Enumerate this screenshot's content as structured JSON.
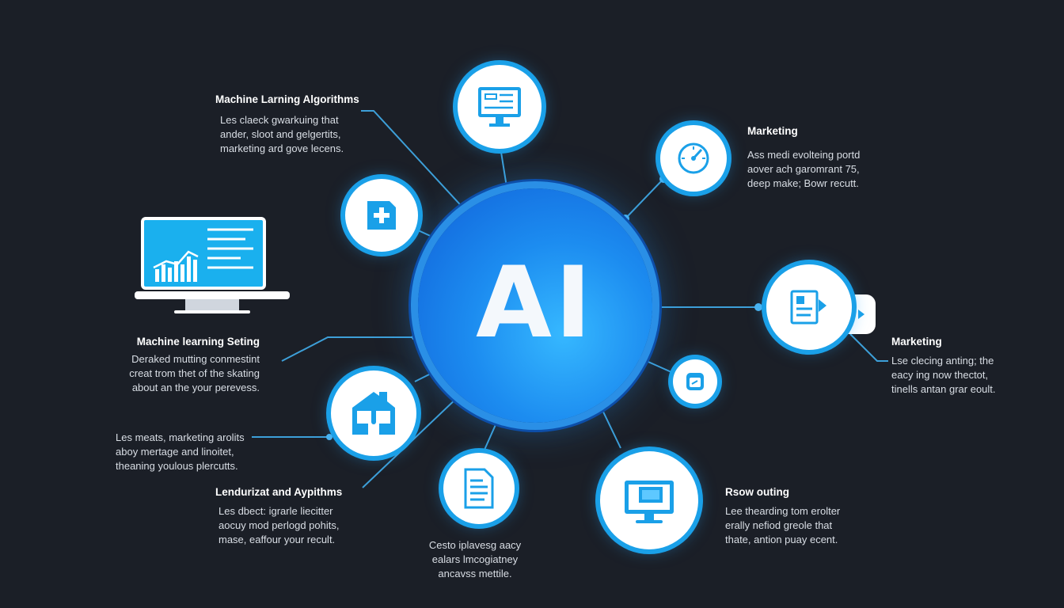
{
  "hub": {
    "label": "AI"
  },
  "labels": {
    "ml_algorithms": {
      "title": "Machine Larning Algorithms",
      "lines": [
        "Les claeck gwarkuing that",
        "ander, sloot and gelgertits,",
        "marketing ard gove lecens."
      ]
    },
    "marketing_top": {
      "title": "Marketing",
      "lines": [
        "Ass medi evolteing portd",
        "aover ach garomrant 75,",
        "deep make; Bowr recutt."
      ]
    },
    "ml_setting": {
      "title": "Machine learning Seting",
      "lines": [
        "Deraked mutting conmestint",
        "creat trom thet of the skating",
        "about an the your perevess."
      ]
    },
    "marketing_right": {
      "title": "Marketing",
      "lines": [
        "Lse clecing anting; the",
        "eacy ing now thectot,",
        "tinells antan grar eoult."
      ]
    },
    "left_mid": {
      "lines": [
        "Les meats, marketing arolits",
        "aboy mertage and linoitet,",
        "theaning youlous plercutts."
      ]
    },
    "lendurizat": {
      "title": "Lendurizat and Aypithms",
      "lines": [
        "Les dbect: igrarle liecitter",
        "aocuy mod perlogd pohits,",
        "mase, eaffour your recult."
      ]
    },
    "bottom_center": {
      "lines": [
        "Cesto iplavesg aacy",
        "ealars lmcogiatney",
        "ancavss mettile."
      ]
    },
    "row_outing": {
      "title": "Rsow outing",
      "lines": [
        "Lee thearding tom erolter",
        "erally nefiod greole that",
        "thate, antion puay ecent."
      ]
    }
  },
  "icons": {
    "top": "monitor-dashboard-icon",
    "top_right": "gauge-icon",
    "right": "document-arrow-icon",
    "small_right": "device-icon",
    "bottom_right": "desktop-computer-icon",
    "bottom_center": "document-icon",
    "left_bottom": "house-icon",
    "upper_left": "plus-document-icon",
    "laptop": "laptop-chart-icon"
  },
  "colors": {
    "background": "#1b1f27",
    "accent": "#1aa0e8",
    "hub": "#1c8cf0",
    "text": "#ffffff"
  }
}
